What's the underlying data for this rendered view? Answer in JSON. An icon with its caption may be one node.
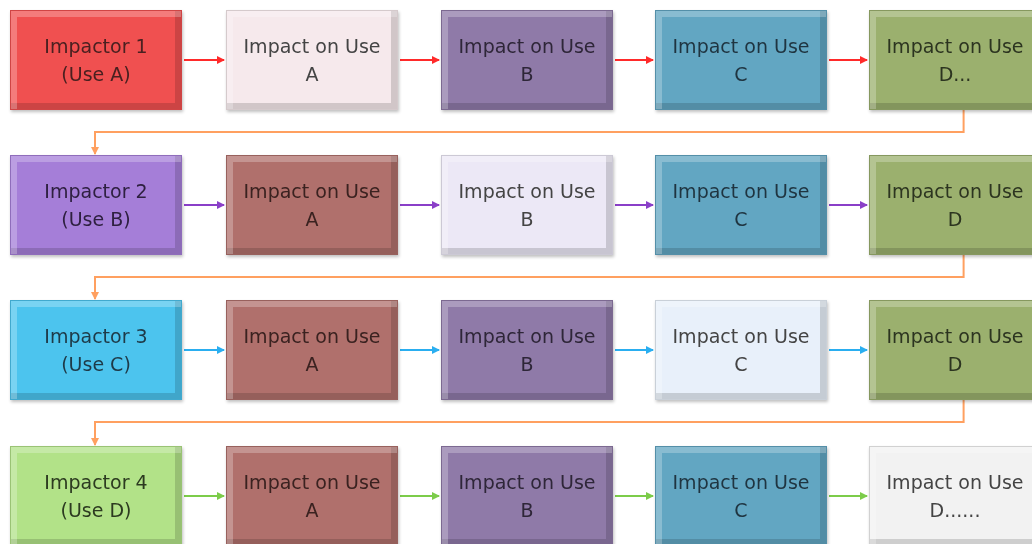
{
  "diagram": {
    "nodes": [
      {
        "text": [
          "Impactor 1 (Use A)"
        ]
      },
      {
        "text": [
          "Impact on Use A"
        ]
      },
      {
        "text": [
          "Impact on Use B"
        ]
      },
      {
        "text": [
          "Impact on Use C"
        ]
      },
      {
        "text": [
          "Impact on Use D..."
        ]
      },
      {
        "text": [
          "Impactor 2 (Use B)"
        ]
      },
      {
        "text": [
          "Impact on Use A"
        ]
      },
      {
        "text": [
          "Impact on Use B"
        ]
      },
      {
        "text": [
          "Impact on Use C"
        ]
      },
      {
        "text": [
          "Impact on Use D"
        ]
      },
      {
        "text": [
          "Impactor 3 (Use C)"
        ]
      },
      {
        "text": [
          "Impact on Use A"
        ]
      },
      {
        "text": [
          "Impact on Use B"
        ]
      },
      {
        "text": [
          "Impact on Use C"
        ]
      },
      {
        "text": [
          "Impact on Use D"
        ]
      },
      {
        "text": [
          "Impactor 4 (Use D)"
        ]
      },
      {
        "text": [
          "Impact on Use A"
        ]
      },
      {
        "text": [
          "Impact on Use B"
        ]
      },
      {
        "text": [
          "Impact on Use C"
        ]
      },
      {
        "text": [
          "Impact on Use D......"
        ]
      }
    ],
    "edges": [
      {
        "from": 0,
        "to": 1,
        "arrow": "to",
        "color": "#ff2a2a"
      },
      {
        "from": 1,
        "to": 2,
        "arrow": "to",
        "color": "#ff2a2a"
      },
      {
        "from": 2,
        "to": 3,
        "arrow": "to",
        "color": "#ff2a2a"
      },
      {
        "from": 3,
        "to": 4,
        "arrow": "to",
        "color": "#ff2a2a"
      },
      {
        "from": 4,
        "to": 5,
        "arrow": "to",
        "color": "#ffa060"
      },
      {
        "from": 5,
        "to": 6,
        "arrow": "to",
        "color": "#8a3fc8"
      },
      {
        "from": 6,
        "to": 7,
        "arrow": "to",
        "color": "#8a3fc8"
      },
      {
        "from": 7,
        "to": 8,
        "arrow": "to",
        "color": "#8a3fc8"
      },
      {
        "from": 8,
        "to": 9,
        "arrow": "to",
        "color": "#8a3fc8"
      },
      {
        "from": 9,
        "to": 10,
        "arrow": "to",
        "color": "#ffa060"
      },
      {
        "from": 10,
        "to": 11,
        "arrow": "to",
        "color": "#2aaef0"
      },
      {
        "from": 11,
        "to": 12,
        "arrow": "to",
        "color": "#2aaef0"
      },
      {
        "from": 12,
        "to": 13,
        "arrow": "to",
        "color": "#2aaef0"
      },
      {
        "from": 13,
        "to": 14,
        "arrow": "to",
        "color": "#2aaef0"
      },
      {
        "from": 14,
        "to": 15,
        "arrow": "to",
        "color": "#ffa060"
      },
      {
        "from": 15,
        "to": 16,
        "arrow": "to",
        "color": "#7ccc4a"
      },
      {
        "from": 16,
        "to": 17,
        "arrow": "to",
        "color": "#7ccc4a"
      },
      {
        "from": 17,
        "to": 18,
        "arrow": "to",
        "color": "#7ccc4a"
      },
      {
        "from": 18,
        "to": 19,
        "arrow": "to",
        "color": "#7ccc4a"
      }
    ]
  }
}
